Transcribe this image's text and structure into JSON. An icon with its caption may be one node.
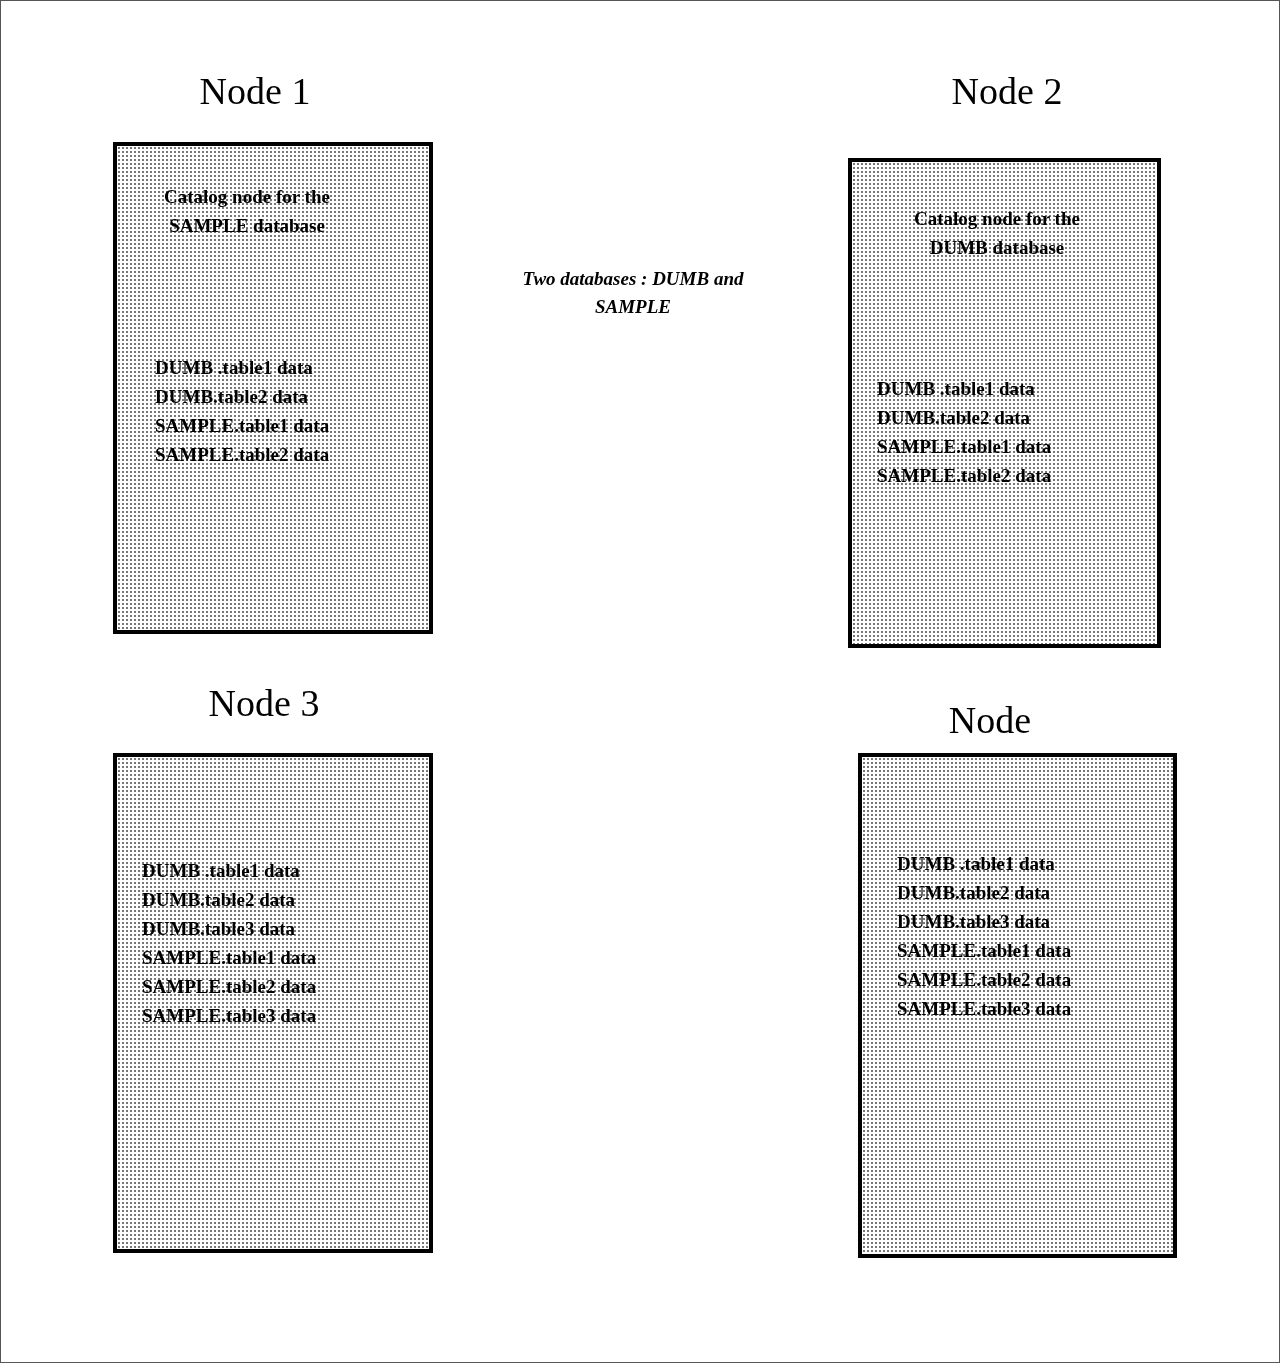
{
  "diagram": {
    "nodes": [
      {
        "text": [
          "Node 1",
          "Catalog node for the SAMPLE database",
          "DUMB .table1 data",
          "DUMB.table2 data",
          "SAMPLE.table1 data",
          "SAMPLE.table2 data"
        ]
      },
      {
        "text": [
          "Node 2",
          "Catalog node for the DUMB database",
          "DUMB .table1 data",
          "DUMB.table2 data",
          "SAMPLE.table1 data",
          "SAMPLE.table2 data"
        ]
      },
      {
        "text": [
          "Node 3",
          "DUMB .table1 data",
          "DUMB.table2 data",
          "DUMB.table3 data",
          "SAMPLE.table1 data",
          "SAMPLE.table2 data",
          "SAMPLE.table3 data"
        ]
      },
      {
        "text": [
          "Node",
          "DUMB .table1 data",
          "DUMB.table2 data",
          "DUMB.table3 data",
          "SAMPLE.table1 data",
          "SAMPLE.table2 data",
          "SAMPLE.table3 data"
        ]
      }
    ],
    "edges": [],
    "labels": [
      "Two databases : DUMB and SAMPLE"
    ]
  }
}
